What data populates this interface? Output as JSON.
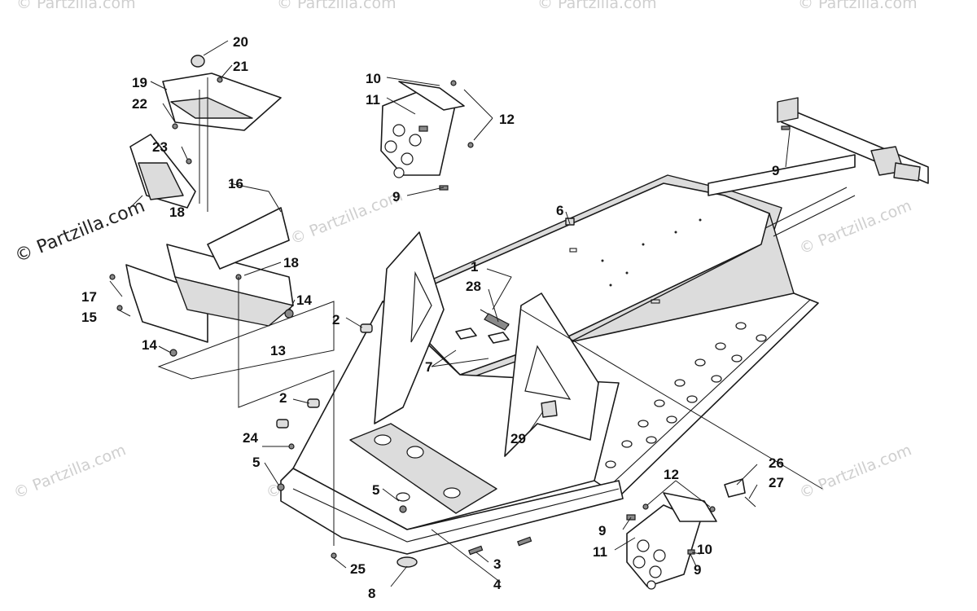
{
  "watermark": {
    "main": "© Partzilla.com",
    "faded": "© Partzilla.com"
  },
  "callouts": {
    "c1": "1",
    "c2a": "2",
    "c2b": "2",
    "c3": "3",
    "c4": "4",
    "c5a": "5",
    "c5b": "5",
    "c6": "6",
    "c7": "7",
    "c8": "8",
    "c9a": "9",
    "c9b": "9",
    "c9c": "9",
    "c9d": "9",
    "c10a": "10",
    "c10b": "10",
    "c11a": "11",
    "c11b": "11",
    "c12a": "12",
    "c12b": "12",
    "c13": "13",
    "c14a": "14",
    "c14b": "14",
    "c15": "15",
    "c16": "16",
    "c17": "17",
    "c18a": "18",
    "c18b": "18",
    "c19": "19",
    "c20": "20",
    "c21": "21",
    "c22": "22",
    "c23": "23",
    "c24": "24",
    "c25": "25",
    "c26": "26",
    "c27": "27",
    "c28": "28",
    "c29": "29"
  }
}
